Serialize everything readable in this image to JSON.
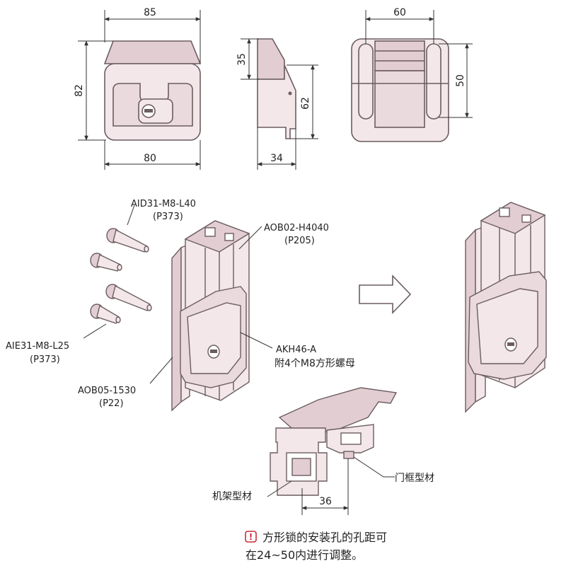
{
  "colors": {
    "outline": "#6b5d60",
    "fill": "#f3e7ea",
    "fill_dark": "#e2cdd2",
    "fill_mid": "#ead9dd",
    "dim_line": "#333333",
    "warning": "#cc2b3a"
  },
  "dimensions": {
    "front_width_top": "85",
    "front_width_bottom": "80",
    "front_height": "82",
    "side_top_height": "35",
    "side_height": "62",
    "side_depth": "34",
    "back_width": "60",
    "back_slot_spacing": "50",
    "profile_offset": "36"
  },
  "callouts": {
    "bolt_long": {
      "part": "AID31-M8-L40",
      "page": "(P373)"
    },
    "profile_h": {
      "part": "AOB02-H4040",
      "page": "(P205)"
    },
    "bolt_short": {
      "part": "AIE31-M8-L25",
      "page": "(P373)"
    },
    "lock": {
      "part": "AKH46-A",
      "note": "附4个M8方形螺母"
    },
    "profile_v": {
      "part": "AOB05-1530",
      "page": "(P22)"
    },
    "frame_material": "机架型材",
    "door_frame_material": "门框型材"
  },
  "note": {
    "icon": "exclamation-icon",
    "icon_glyph": "!",
    "line1": "方形锁的安装孔的孔距可",
    "line2": "在24~50内进行调整。"
  }
}
